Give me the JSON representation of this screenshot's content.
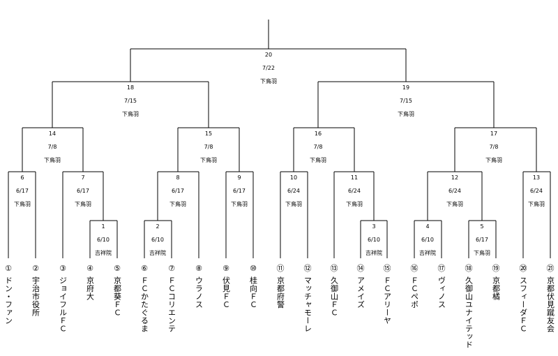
{
  "teams": [
    {
      "num": "①",
      "name": "ドン・ファン"
    },
    {
      "num": "②",
      "name": "宇治市役所"
    },
    {
      "num": "③",
      "name": "ジョイフルＦＣ"
    },
    {
      "num": "④",
      "name": "京府大"
    },
    {
      "num": "⑤",
      "name": "京都葵ＦＣ"
    },
    {
      "num": "⑥",
      "name": "ＦＣかたぐるま"
    },
    {
      "num": "⑦",
      "name": "ＦＣコリエンテ"
    },
    {
      "num": "⑧",
      "name": "ウラノス"
    },
    {
      "num": "⑨",
      "name": "伏見ＦＣ"
    },
    {
      "num": "⑩",
      "name": "桂向ＦＣ"
    },
    {
      "num": "⑪",
      "name": "京都府警"
    },
    {
      "num": "⑫",
      "name": "マッチャモーレ"
    },
    {
      "num": "⑬",
      "name": "久御山ＦＣ"
    },
    {
      "num": "⑭",
      "name": "アメイズ"
    },
    {
      "num": "⑮",
      "name": "ＦＣアリーヤ"
    },
    {
      "num": "⑯",
      "name": "ＦＣペポ"
    },
    {
      "num": "⑰",
      "name": "ヴィノス"
    },
    {
      "num": "⑱",
      "name": "久御山ユナイテッド"
    },
    {
      "num": "⑲",
      "name": "京都橘"
    },
    {
      "num": "⑳",
      "name": "スフィーダＦＣ"
    },
    {
      "num": "㉑",
      "name": "京都伏見蹴友会"
    }
  ],
  "matches": [
    {
      "no": "1",
      "date": "6/10",
      "venue": "吉祥院"
    },
    {
      "no": "2",
      "date": "6/10",
      "venue": "吉祥院"
    },
    {
      "no": "3",
      "date": "6/10",
      "venue": "吉祥院"
    },
    {
      "no": "4",
      "date": "6/10",
      "venue": "吉祥院"
    },
    {
      "no": "5",
      "date": "6/17",
      "venue": "下鳥羽"
    },
    {
      "no": "6",
      "date": "6/17",
      "venue": "下鳥羽"
    },
    {
      "no": "7",
      "date": "6/17",
      "venue": "下鳥羽"
    },
    {
      "no": "8",
      "date": "6/17",
      "venue": "下鳥羽"
    },
    {
      "no": "9",
      "date": "6/17",
      "venue": "下鳥羽"
    },
    {
      "no": "10",
      "date": "6/24",
      "venue": "下鳥羽"
    },
    {
      "no": "11",
      "date": "6/24",
      "venue": "下鳥羽"
    },
    {
      "no": "12",
      "date": "6/24",
      "venue": "下鳥羽"
    },
    {
      "no": "13",
      "date": "6/24",
      "venue": "下鳥羽"
    },
    {
      "no": "14",
      "date": "7/8",
      "venue": "下鳥羽"
    },
    {
      "no": "15",
      "date": "7/8",
      "venue": "下鳥羽"
    },
    {
      "no": "16",
      "date": "7/8",
      "venue": "下鳥羽"
    },
    {
      "no": "17",
      "date": "7/8",
      "venue": "下鳥羽"
    },
    {
      "no": "18",
      "date": "7/15",
      "venue": "下鳥羽"
    },
    {
      "no": "19",
      "date": "7/15",
      "venue": "下鳥羽"
    },
    {
      "no": "20",
      "date": "7/22",
      "venue": "下鳥羽"
    }
  ]
}
